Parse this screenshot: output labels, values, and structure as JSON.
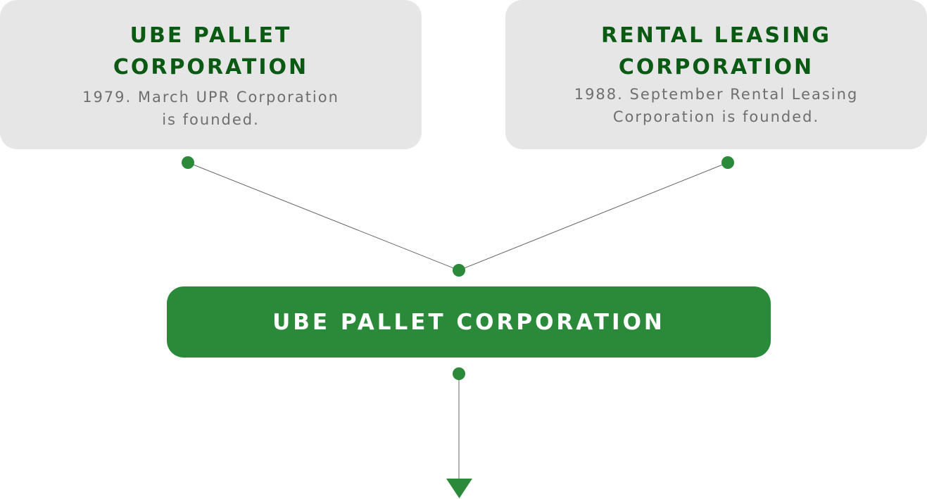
{
  "colors": {
    "accent": "#2a8a3a",
    "title_green": "#0a5a14",
    "box_gray": "#e6e6e6",
    "desc_gray": "#6e6e6e",
    "line_gray": "#666666"
  },
  "sources": [
    {
      "title_lines": [
        "UBE PALLET",
        "CORPORATION"
      ],
      "desc_lines": [
        "1979. March UPR Corporation",
        "is founded."
      ]
    },
    {
      "title_lines": [
        "RENTAL LEASING",
        "CORPORATION"
      ],
      "desc_lines": [
        "1988. September Rental Leasing",
        "Corporation is founded."
      ]
    }
  ],
  "result": {
    "title": "UBE PALLET CORPORATION"
  },
  "icons": {
    "node": "circle-node-icon",
    "arrow": "arrow-down-icon"
  }
}
